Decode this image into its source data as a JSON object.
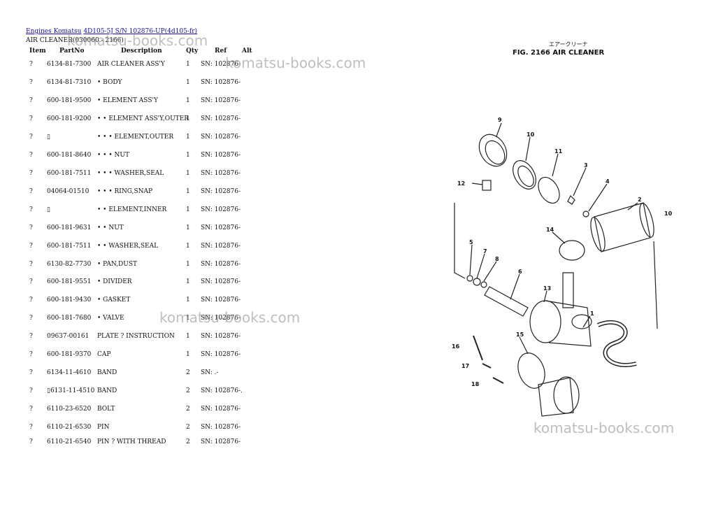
{
  "breadcrumb": {
    "part1": "Engines Komatsu",
    "part2": "4D105-5J S/N 102876-UP(4d105-fr)"
  },
  "subtitle": "AIR CLEANER(030060 - 2166)",
  "columns": {
    "item": "Item",
    "partno": "PartNo",
    "description": "Description",
    "qty": "Qty",
    "ref": "Ref",
    "alt": "Alt"
  },
  "rows": [
    {
      "item": "?",
      "partno": "6134-81-7300",
      "description": "AIR CLEANER ASS'Y",
      "qty": "1",
      "ref": "SN: 102876-"
    },
    {
      "item": "?",
      "partno": "6134-81-7310",
      "description": "• BODY",
      "qty": "1",
      "ref": "SN: 102876-"
    },
    {
      "item": "?",
      "partno": "600-181-9500",
      "description": "• ELEMENT ASS'Y",
      "qty": "1",
      "ref": "SN: 102876-"
    },
    {
      "item": "?",
      "partno": "600-181-9200",
      "description": "• • ELEMENT ASS'Y,OUTER",
      "qty": "1",
      "ref": "SN: 102876-"
    },
    {
      "item": "?",
      "partno": "▯",
      "description": "• • • ELEMENT,OUTER",
      "qty": "1",
      "ref": "SN: 102876-"
    },
    {
      "item": "?",
      "partno": "600-181-8640",
      "description": "• • • NUT",
      "qty": "1",
      "ref": "SN: 102876-"
    },
    {
      "item": "?",
      "partno": "600-181-7511",
      "description": "• • • WASHER,SEAL",
      "qty": "1",
      "ref": "SN: 102876-"
    },
    {
      "item": "?",
      "partno": "04064-01510",
      "description": "• • • RING,SNAP",
      "qty": "1",
      "ref": "SN: 102876-"
    },
    {
      "item": "?",
      "partno": "▯",
      "description": "• • ELEMENT,INNER",
      "qty": "1",
      "ref": "SN: 102876-"
    },
    {
      "item": "?",
      "partno": "600-181-9631",
      "description": "• • NUT",
      "qty": "1",
      "ref": "SN: 102876-"
    },
    {
      "item": "?",
      "partno": "600-181-7511",
      "description": "• • WASHER,SEAL",
      "qty": "1",
      "ref": "SN: 102876-"
    },
    {
      "item": "?",
      "partno": "6130-82-7730",
      "description": "• PAN,DUST",
      "qty": "1",
      "ref": "SN: 102876-"
    },
    {
      "item": "?",
      "partno": "600-181-9551",
      "description": "• DIVIDER",
      "qty": "1",
      "ref": "SN: 102876-"
    },
    {
      "item": "?",
      "partno": "600-181-9430",
      "description": "• GASKET",
      "qty": "1",
      "ref": "SN: 102876-"
    },
    {
      "item": "?",
      "partno": "600-181-7680",
      "description": "• VALVE",
      "qty": "1",
      "ref": "SN: 102876-"
    },
    {
      "item": "?",
      "partno": "09637-00161",
      "description": "PLATE ? INSTRUCTION",
      "qty": "1",
      "ref": "SN: 102876-"
    },
    {
      "item": "?",
      "partno": "600-181-9370",
      "description": "CAP",
      "qty": "1",
      "ref": "SN: 102876-"
    },
    {
      "item": "?",
      "partno": "6134-11-4610",
      "description": "BAND",
      "qty": "2",
      "ref": "SN: .-"
    },
    {
      "item": "?",
      "partno": "▯6131-11-4510",
      "description": "BAND",
      "qty": "2",
      "ref": "SN: 102876-."
    },
    {
      "item": "?",
      "partno": "6110-23-6520",
      "description": "BOLT",
      "qty": "2",
      "ref": "SN: 102876-"
    },
    {
      "item": "?",
      "partno": "6110-21-6530",
      "description": "PIN",
      "qty": "2",
      "ref": "SN: 102876-"
    },
    {
      "item": "?",
      "partno": "6110-21-6540",
      "description": "PIN ? WITH THREAD",
      "qty": "2",
      "ref": "SN: 102876-"
    }
  ],
  "figure": {
    "caption_jp": "エアークリーナ",
    "title": "FIG. 2166  AIR CLEANER",
    "callouts": [
      "9",
      "10",
      "11",
      "3",
      "4",
      "12",
      "2",
      "10",
      "14",
      "5",
      "7",
      "8",
      "6",
      "13",
      "1",
      "15",
      "16",
      "17",
      "18"
    ]
  },
  "watermarks": [
    "komatsu-books.com",
    "komatsu-books.com",
    "komatsu-books.com",
    "komatsu-books.com"
  ]
}
